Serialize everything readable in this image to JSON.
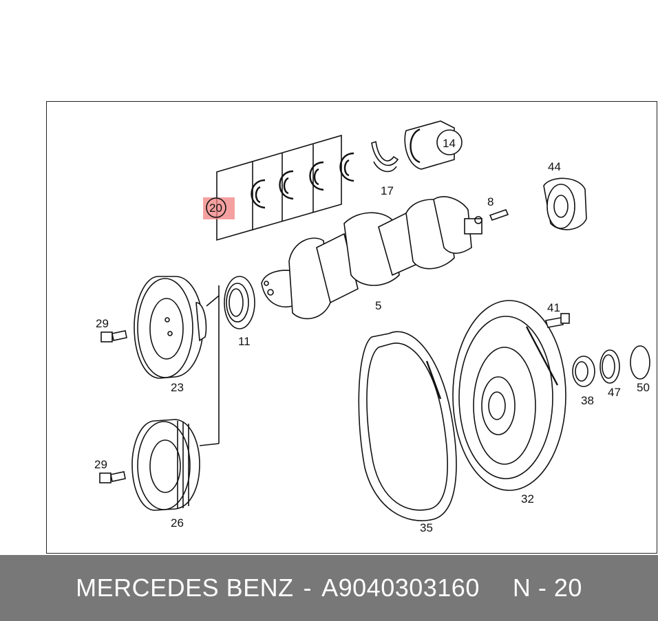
{
  "labels": {
    "c14": "14",
    "c17": "17",
    "c44": "44",
    "c8": "8",
    "c20": "20",
    "c5": "5",
    "c41": "41",
    "c11": "11",
    "c29a": "29",
    "c23": "23",
    "c38": "38",
    "c47": "47",
    "c50": "50",
    "c29b": "29",
    "c32": "32",
    "c26": "26",
    "c35": "35"
  },
  "highlight_color": "#f28080",
  "footer": {
    "brand": "MERCEDES BENZ",
    "separator": "-",
    "part_number": "A9040303160",
    "callout": "N - 20"
  }
}
